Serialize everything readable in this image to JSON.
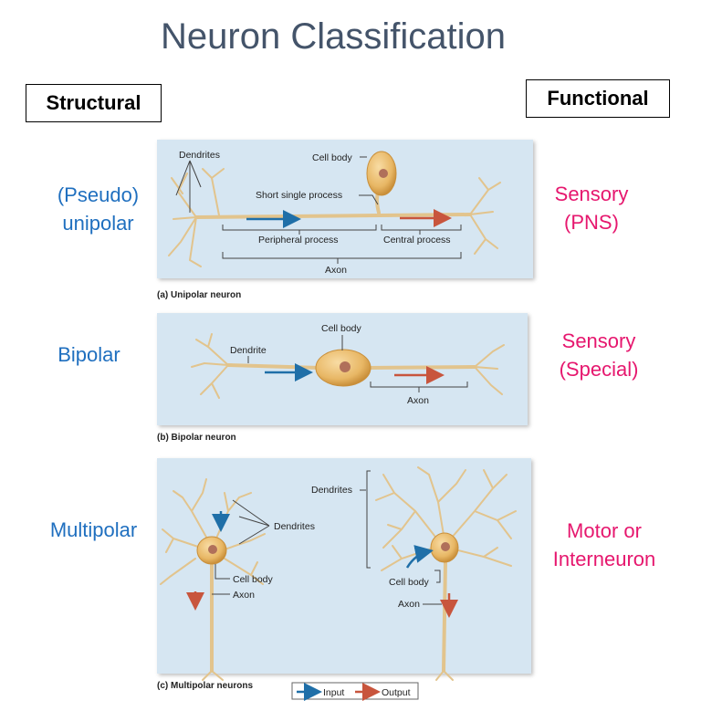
{
  "title": "Neuron Classification",
  "headers": {
    "structural": "Structural",
    "functional": "Functional"
  },
  "rows": [
    {
      "structural": [
        "(Pseudo)",
        "unipolar"
      ],
      "functional": [
        "Sensory",
        "(PNS)"
      ]
    },
    {
      "structural": [
        "Bipolar"
      ],
      "functional": [
        "Sensory",
        "(Special)"
      ]
    },
    {
      "structural": [
        "Multipolar"
      ],
      "functional": [
        "Motor or",
        "Interneuron"
      ]
    }
  ],
  "panel_a": {
    "labels": {
      "dendrites": "Dendrites",
      "cell_body": "Cell body",
      "short_process": "Short single process",
      "peripheral": "Peripheral process",
      "central": "Central process",
      "axon": "Axon"
    },
    "caption": "(a) Unipolar neuron"
  },
  "panel_b": {
    "labels": {
      "cell_body": "Cell body",
      "dendrite": "Dendrite",
      "axon": "Axon"
    },
    "caption": "(b) Bipolar neuron"
  },
  "panel_c": {
    "labels": {
      "dendrites_left": "Dendrites",
      "cell_body_left": "Cell body",
      "axon_left": "Axon",
      "dendrites_right": "Dendrites",
      "cell_body_right": "Cell body",
      "axon_right": "Axon"
    },
    "caption": "(c) Multipolar neurons",
    "legend": {
      "input": "Input",
      "output": "Output"
    }
  },
  "colors": {
    "title": "#44546a",
    "structural_text": "#1f6fbf",
    "functional_text": "#e6176e",
    "panel_bg": "#d6e6f2",
    "neuron": "#e9c98a",
    "input_arrow": "#1f6fa8",
    "output_arrow": "#c8553d"
  }
}
